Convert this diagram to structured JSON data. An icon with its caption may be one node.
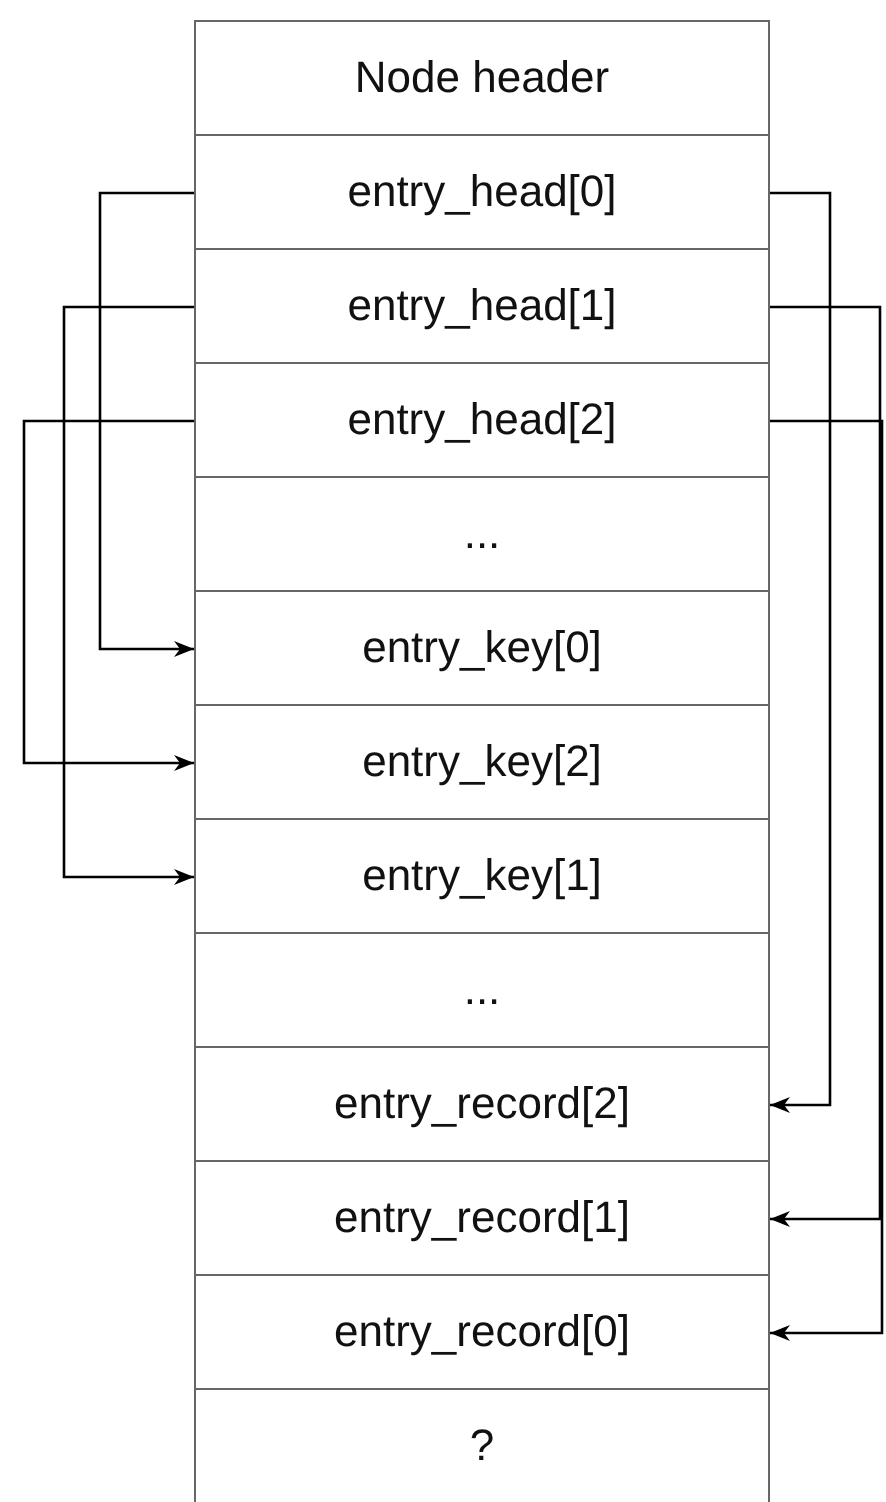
{
  "diagram": {
    "nodes": [
      {
        "text": [
          "Node header"
        ]
      },
      {
        "text": [
          "entry_head[0]"
        ]
      },
      {
        "text": [
          "entry_head[1]"
        ]
      },
      {
        "text": [
          "entry_head[2]"
        ]
      },
      {
        "text": [
          "..."
        ]
      },
      {
        "text": [
          "entry_key[0]"
        ]
      },
      {
        "text": [
          "entry_key[2]"
        ]
      },
      {
        "text": [
          "entry_key[1]"
        ]
      },
      {
        "text": [
          "..."
        ]
      },
      {
        "text": [
          "entry_record[2]"
        ]
      },
      {
        "text": [
          "entry_record[1]"
        ]
      },
      {
        "text": [
          "entry_record[0]"
        ]
      },
      {
        "text": [
          "?"
        ]
      }
    ],
    "edges": [
      {
        "from": 1,
        "to": 5,
        "arrow": "to"
      },
      {
        "from": 2,
        "to": 7,
        "arrow": "to"
      },
      {
        "from": 3,
        "to": 6,
        "arrow": "to"
      },
      {
        "from": 1,
        "to": 9,
        "arrow": "to"
      },
      {
        "from": 2,
        "to": 10,
        "arrow": "to"
      },
      {
        "from": 3,
        "to": 11,
        "arrow": "to"
      }
    ]
  }
}
